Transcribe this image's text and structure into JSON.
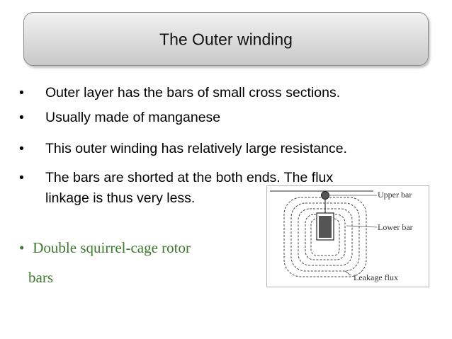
{
  "title": "The Outer winding",
  "bullets": [
    {
      "marker": "•",
      "lines": [
        "Outer layer has the bars of small cross sections."
      ]
    },
    {
      "marker": "•",
      "lines": [
        "Usually made of manganese"
      ]
    },
    {
      "marker": "•",
      "lines": [
        "This outer winding has relatively large resistance."
      ]
    },
    {
      "marker": "•",
      "lines": [
        "The bars are shorted at the both ends. The flux",
        "linkage is thus very less."
      ]
    }
  ],
  "green_bullet": {
    "marker": "•",
    "text": "Double squirrel-cage rotor",
    "continuation": "bars"
  },
  "figure": {
    "labels": {
      "upper": "Upper bar",
      "lower": "Lower bar",
      "leakage": "Leakage flux"
    }
  },
  "colors": {
    "green_text": "#3a7a2a",
    "title_box": "#d9d9d9"
  }
}
